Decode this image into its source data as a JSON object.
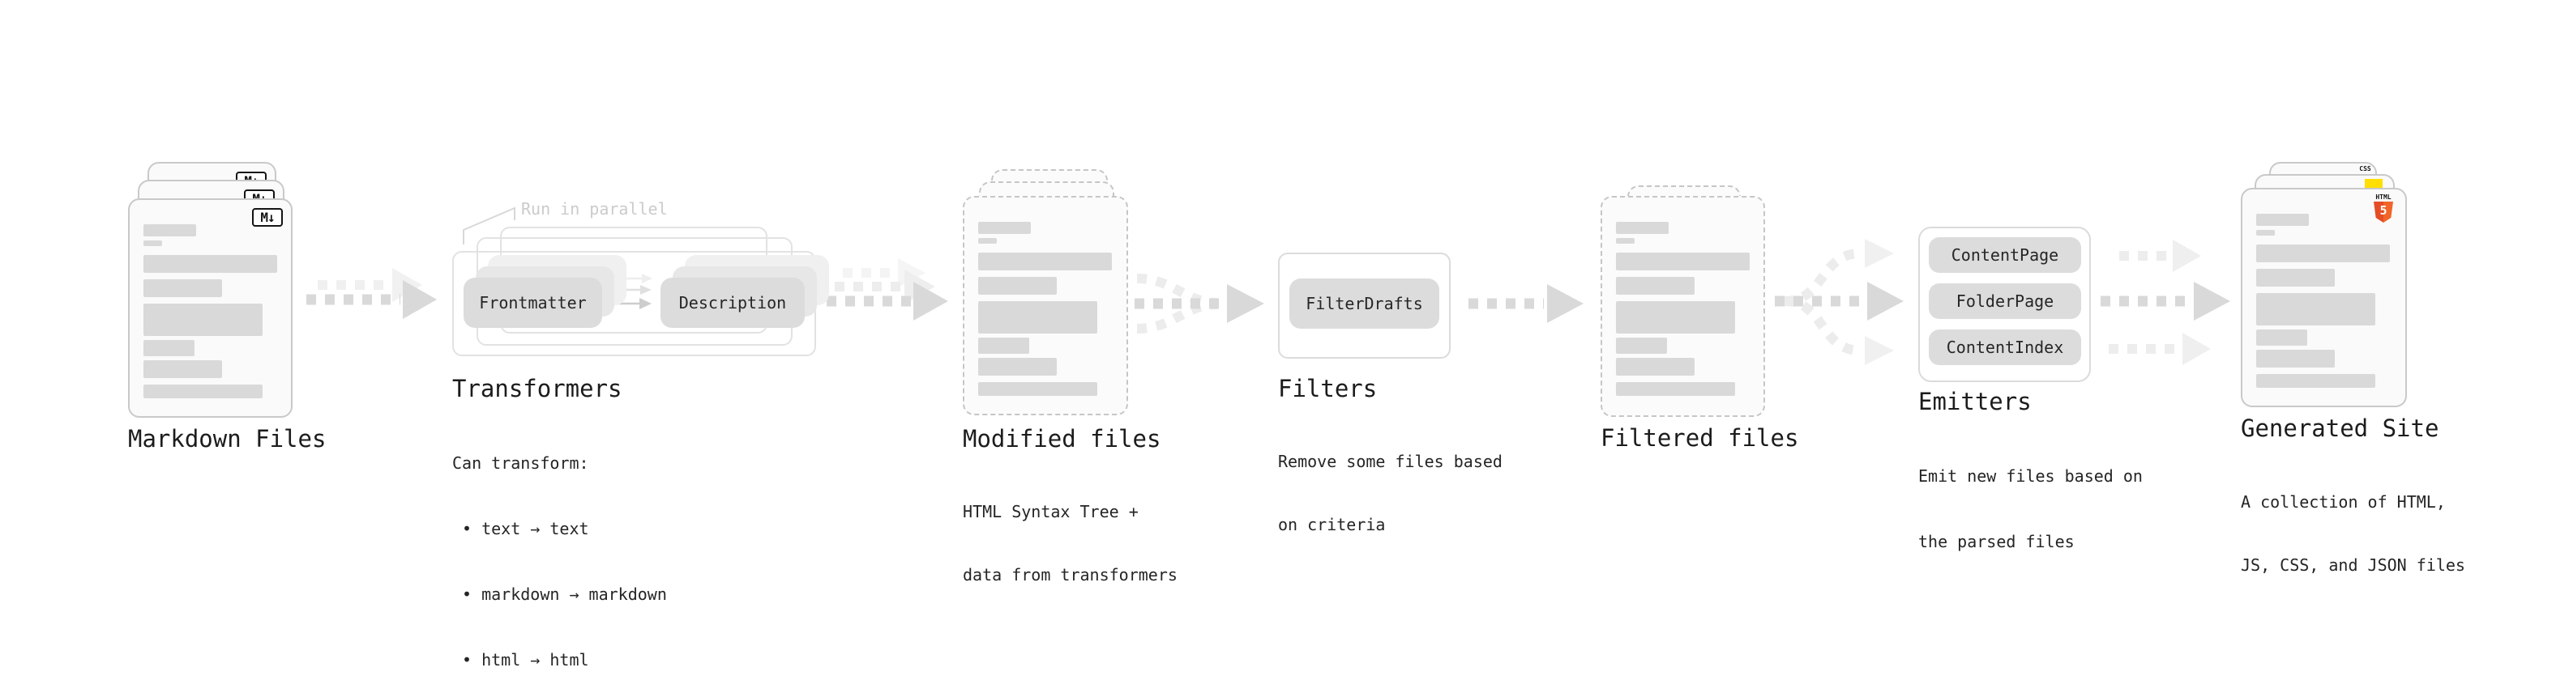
{
  "sections": {
    "markdown_files": {
      "title": "Markdown Files"
    },
    "transformers": {
      "title": "Transformers",
      "annotation": "Run in parallel",
      "pill_frontmatter": "Frontmatter",
      "pill_description": "Description",
      "caption_line1": "Can transform:",
      "bullet1": "• text → text",
      "bullet2": "• markdown → markdown",
      "bullet3": "• html → html"
    },
    "modified_files": {
      "title": "Modified files",
      "caption_line1": "HTML Syntax Tree +",
      "caption_line2": "data from transformers"
    },
    "filters": {
      "title": "Filters",
      "pill": "FilterDrafts",
      "caption_line1": "Remove some files based",
      "caption_line2": "on criteria"
    },
    "filtered_files": {
      "title": "Filtered files"
    },
    "emitters": {
      "title": "Emitters",
      "pill1": "ContentPage",
      "pill2": "FolderPage",
      "pill3": "ContentIndex",
      "caption_line1": "Emit new files based on",
      "caption_line2": "the parsed files"
    },
    "generated_site": {
      "title": "Generated Site",
      "caption_line1": "A collection of HTML,",
      "caption_line2": "JS, CSS, and JSON files"
    }
  },
  "badges": {
    "markdown": "M↓",
    "css_label": "CSS",
    "html_label": "HTML",
    "html5_number": "5"
  },
  "colors": {
    "html5_orange": "#e44d26",
    "js_yellow": "#ffde00",
    "css_blue": "#2760e6",
    "bar_gray": "#d9d9d9",
    "arrow_gray": "#d9d9d9",
    "arrow_faint": "#ededed"
  }
}
